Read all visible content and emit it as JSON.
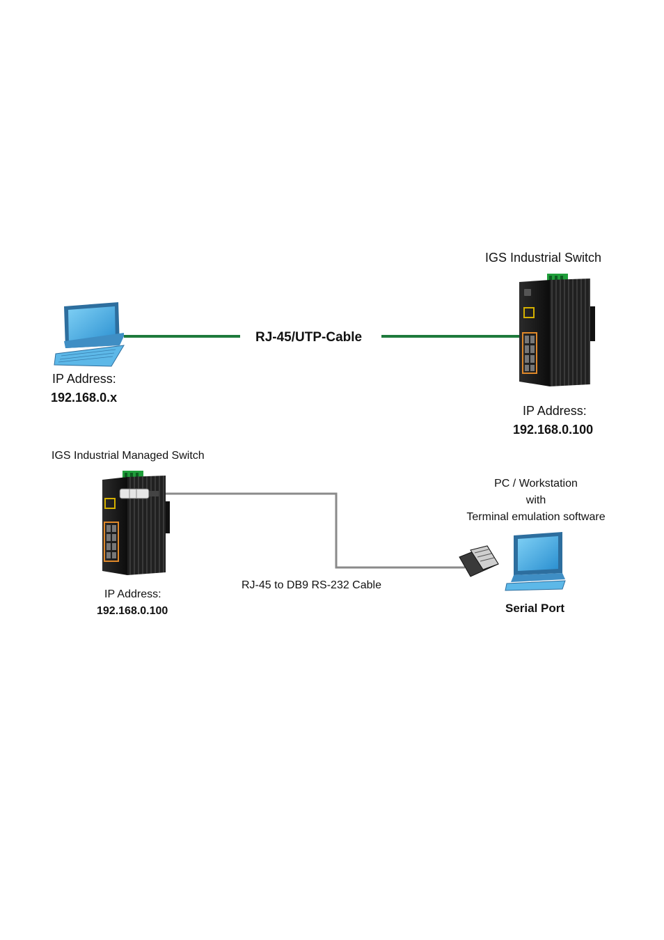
{
  "diagram1": {
    "switch_title": "IGS Industrial Switch",
    "cable_label": "RJ-45/UTP-Cable",
    "pc_ip_label": "IP Address:",
    "pc_ip_value": "192.168.0.x",
    "switch_ip_label": "IP Address:",
    "switch_ip_value": "192.168.0.100",
    "cable_color": "#1e7a3c"
  },
  "diagram2": {
    "switch_title": "IGS Industrial Managed Switch",
    "pc_title_line1": "PC / Workstation",
    "pc_title_line2": "with",
    "pc_title_line3": "Terminal emulation software",
    "cable_label": "RJ-45 to DB9 RS-232 Cable",
    "switch_ip_label": "IP Address:",
    "switch_ip_value": "192.168.0.100",
    "serial_port_label": "Serial Port",
    "cable_color": "#8a8a8a"
  },
  "colors": {
    "screen": "#2f9ad8",
    "laptop_body": "#5db8e8",
    "switch_body": "#1a1a1a",
    "terminal_green": "#1f9e3a",
    "port_orange": "#e0892a"
  },
  "icons": [
    "laptop-icon",
    "industrial-switch-icon",
    "desktop-pc-icon",
    "rj45-connector-icon"
  ]
}
